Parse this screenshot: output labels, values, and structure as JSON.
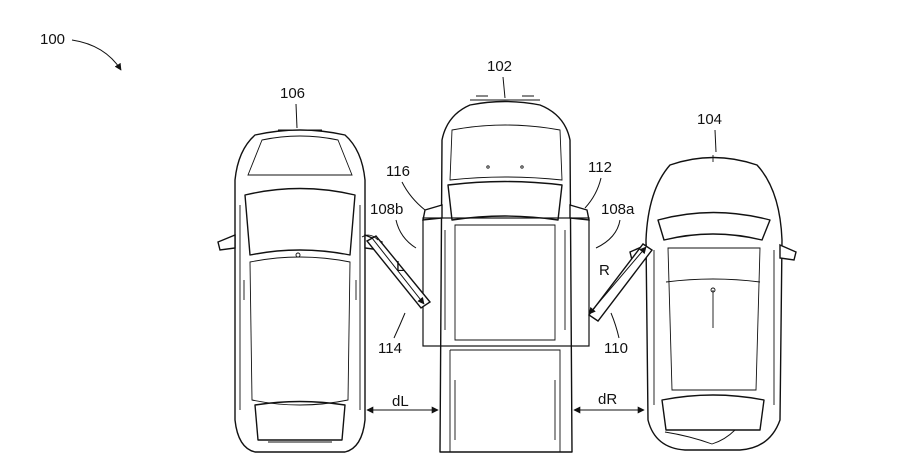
{
  "labels": {
    "figure": "100",
    "center_vehicle": "102",
    "right_vehicle": "104",
    "left_vehicle": "106",
    "right_mirror_camera": "108a",
    "left_mirror_camera": "108b",
    "right_beam": "110",
    "right_mirror": "112",
    "left_beam": "114",
    "left_mirror": "116",
    "left_side": "L",
    "right_side": "R",
    "distance_left": "dL",
    "distance_right": "dR"
  }
}
